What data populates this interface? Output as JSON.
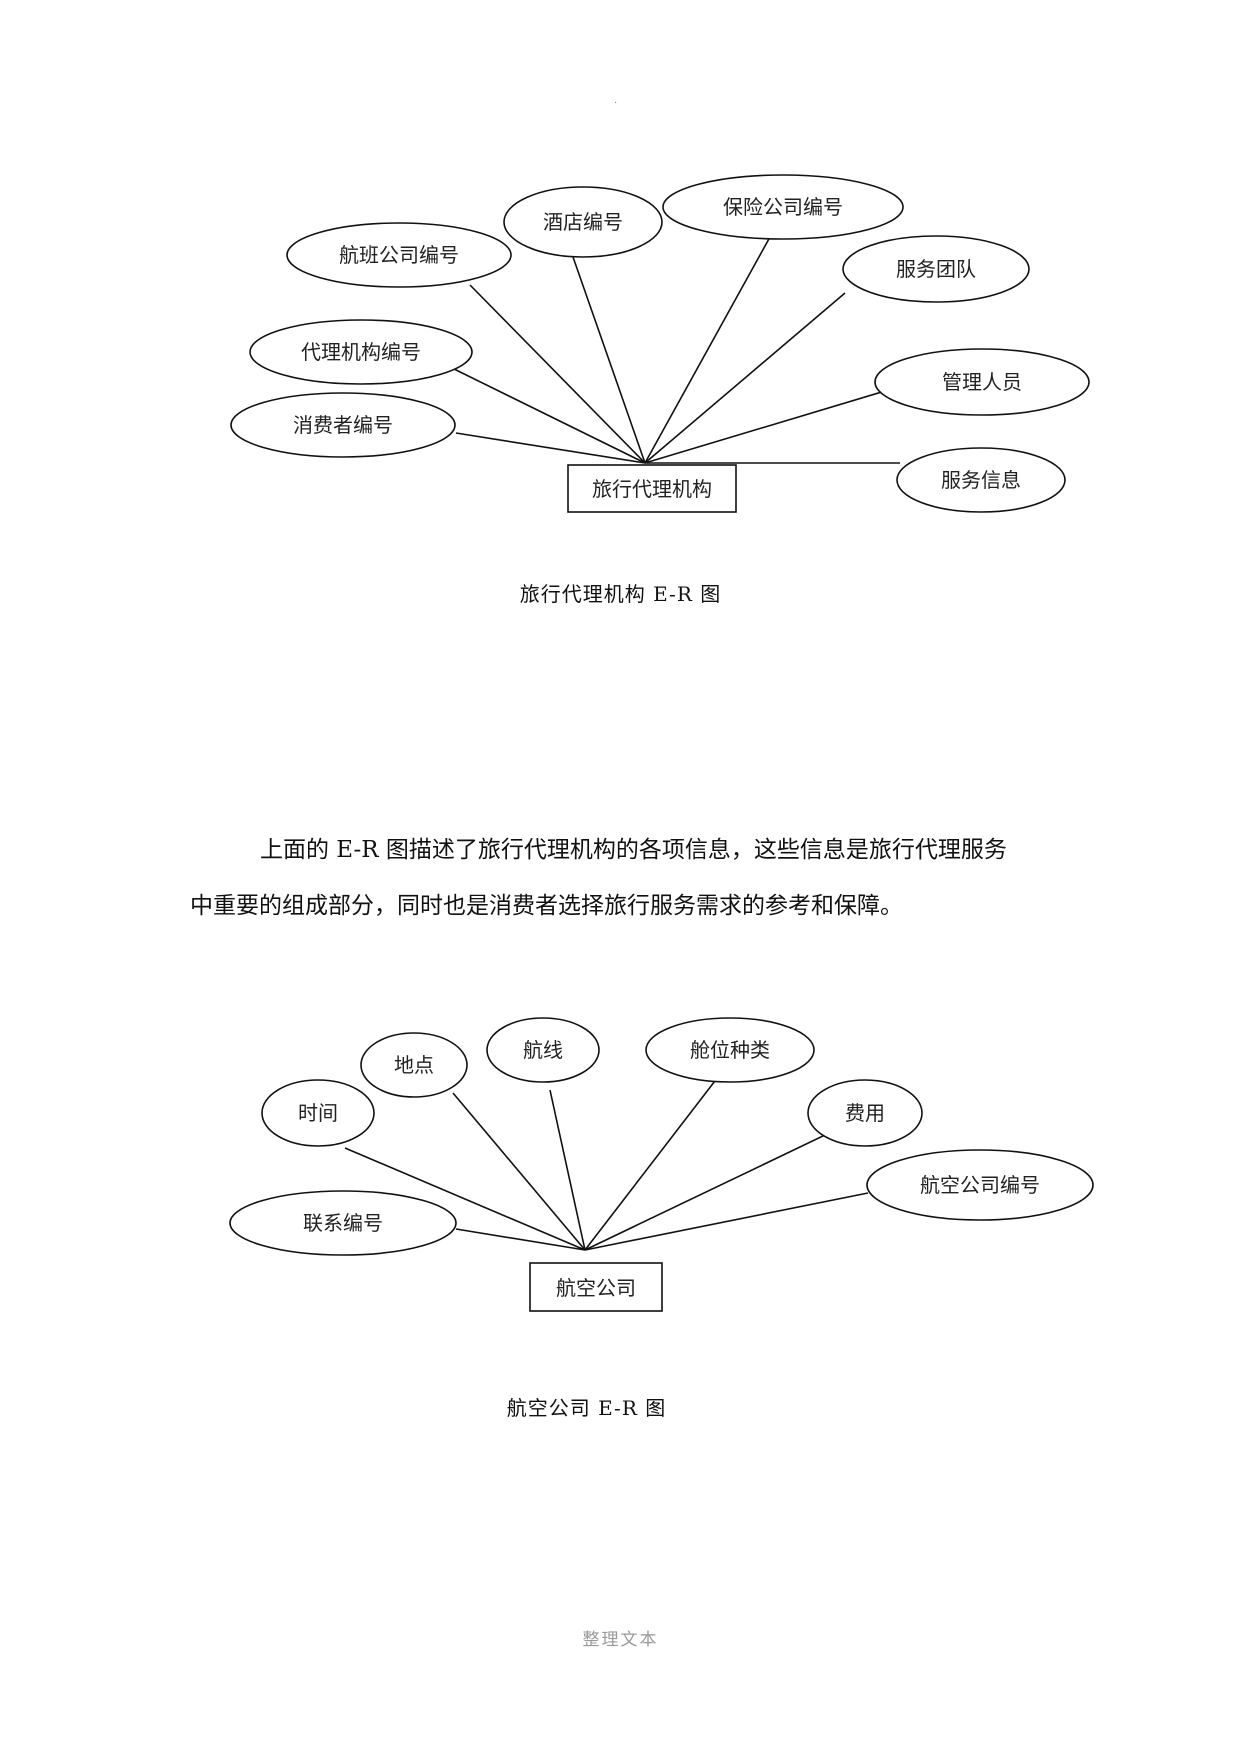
{
  "header_mark": "·",
  "diagram1": {
    "entity": "旅行代理机构",
    "attributes": [
      "航班公司编号",
      "酒店编号",
      "保险公司编号",
      "服务团队",
      "代理机构编号",
      "管理人员",
      "消费者编号",
      "服务信息"
    ],
    "caption": "旅行代理机构 E-R 图"
  },
  "paragraph": {
    "line1": "上面的 E-R 图描述了旅行代理机构的各项信息，这些信息是旅行代理服务",
    "line2": "中重要的组成部分，同时也是消费者选择旅行服务需求的参考和保障。"
  },
  "diagram2": {
    "entity": "航空公司",
    "attributes": [
      "地点",
      "航线",
      "舱位种类",
      "时间",
      "费用",
      "航空公司编号",
      "联系编号"
    ],
    "caption": "航空公司 E-R 图"
  },
  "footer": "整理文本"
}
